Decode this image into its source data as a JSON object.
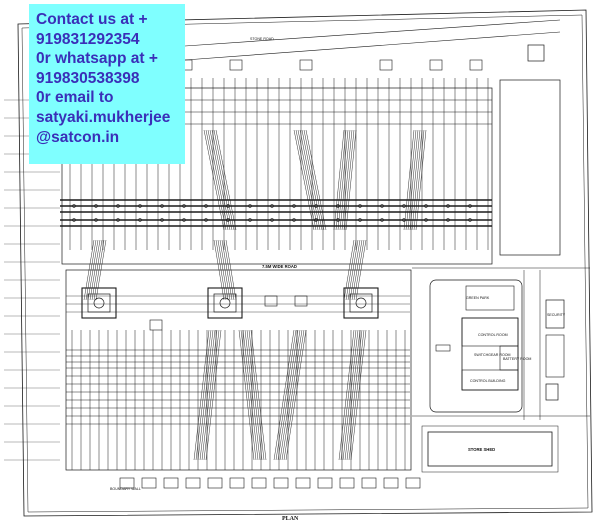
{
  "contact": {
    "lines": [
      "Contact us at +",
      "919831292354",
      "0r whatsapp at +",
      "919830538398",
      "0r email to",
      "satyaki.mukherjee",
      "@satcon.in"
    ]
  },
  "drawing": {
    "title": "PLAN",
    "labels": {
      "stone_road": "STONE ROAD",
      "control_room": "CONTROL ROOM",
      "battery_room": "BATTERY ROOM",
      "control_building": "CONTROL BUILDING",
      "switchgear_room": "SWITCHGEAR ROOM",
      "stores": "STORE SHED",
      "green_park": "GREEN PARK",
      "security": "SECURITY",
      "boundary_wall": "BOUNDARY WALL"
    }
  },
  "colors": {
    "contact_bg": "#7fffff",
    "contact_text": "#3a2fb8",
    "line": "#1a1a1a"
  }
}
